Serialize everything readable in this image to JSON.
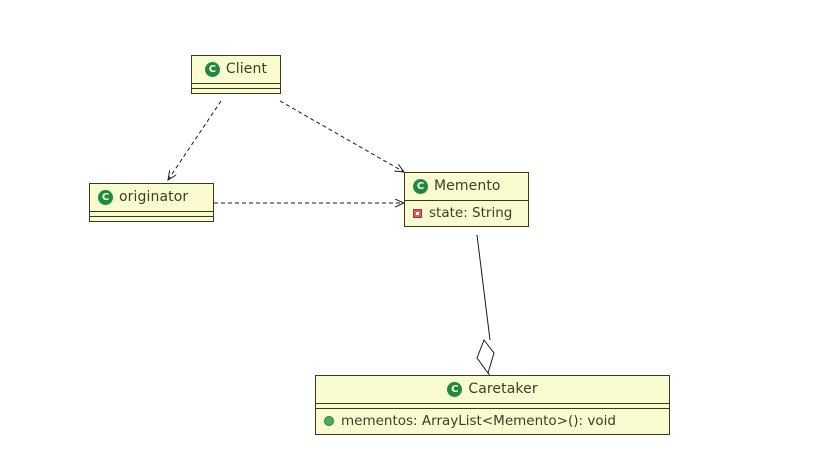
{
  "diagram": {
    "type": "uml-class-diagram",
    "pattern": "Memento",
    "background": "#ffffff",
    "box_fill": "#fbfbd0",
    "box_border": "#3a3a1a",
    "text_color": "#3d3d2a",
    "class_icon_color": "#1f8a3c",
    "private_icon_color": "#e8556d",
    "public_icon_color": "#4fae55"
  },
  "classes": {
    "client": {
      "name": "Client",
      "icon": "class-icon",
      "attributes": [],
      "methods": []
    },
    "originator": {
      "name": "originator",
      "icon": "class-icon",
      "attributes": [],
      "methods": []
    },
    "memento": {
      "name": "Memento",
      "icon": "class-icon",
      "attributes": [
        {
          "visibility": "private",
          "icon": "private-field-icon",
          "text": "state: String"
        }
      ],
      "methods": []
    },
    "caretaker": {
      "name": "Caretaker",
      "icon": "class-icon",
      "attributes": [],
      "methods": [
        {
          "visibility": "public",
          "icon": "public-method-icon",
          "text": "mementos: ArrayList<Memento>(): void"
        }
      ]
    }
  },
  "relations": [
    {
      "id": "client-to-originator",
      "from": "Client",
      "to": "originator",
      "kind": "dependency",
      "style": "dashed",
      "arrow": "open"
    },
    {
      "id": "client-to-memento",
      "from": "Client",
      "to": "Memento",
      "kind": "dependency",
      "style": "dashed",
      "arrow": "open"
    },
    {
      "id": "originator-to-memento",
      "from": "originator",
      "to": "Memento",
      "kind": "dependency",
      "style": "dashed",
      "arrow": "open"
    },
    {
      "id": "memento-to-caretaker",
      "from": "Memento",
      "to": "Caretaker",
      "kind": "aggregation",
      "style": "solid",
      "arrow": "hollow-diamond"
    }
  ]
}
